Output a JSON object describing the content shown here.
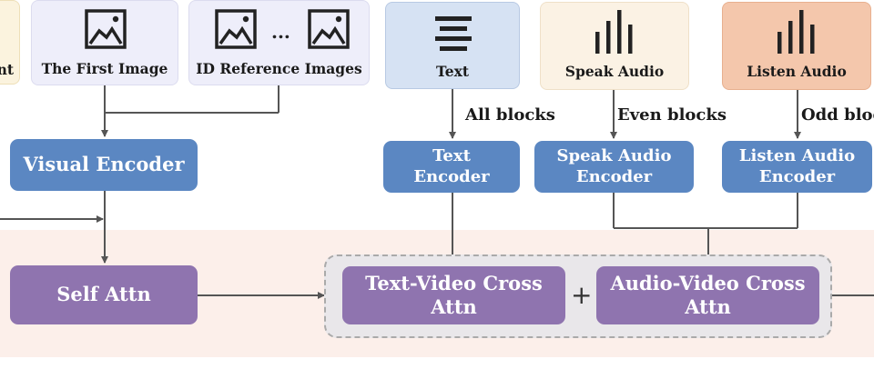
{
  "inputs": {
    "partial_label": "nt",
    "first_image": "The First Image",
    "id_reference": "ID Reference Images",
    "ellipsis": "...",
    "text": "Text",
    "speak_audio": "Speak Audio",
    "listen_audio": "Listen Audio"
  },
  "encoders": {
    "visual": "Visual Encoder",
    "text": "Text Encoder",
    "speak_audio": "Speak Audio Encoder",
    "listen_audio": "Listen Audio Encoder"
  },
  "edge_labels": {
    "all_blocks": "All blocks",
    "even_blocks": "Even blocks",
    "odd_blocks": "Odd bloc"
  },
  "attention": {
    "self_attn": "Self Attn",
    "text_video_cross": "Text-Video Cross Attn",
    "audio_video_cross": "Audio-Video Cross Attn",
    "plus": "+"
  },
  "colors": {
    "encoder_blue": "#5b87c2",
    "attn_purple": "#8f74af",
    "band_pink": "#fcefea"
  },
  "icons": [
    "image-icon",
    "text-lines-icon",
    "audio-bars-icon"
  ]
}
